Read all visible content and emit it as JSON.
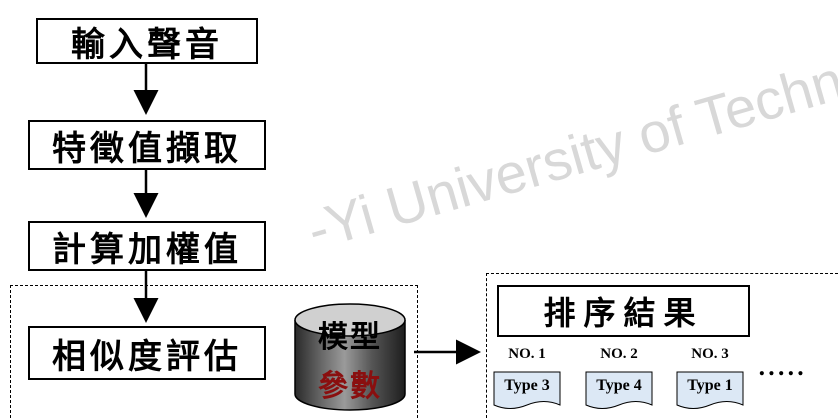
{
  "flow": {
    "steps": [
      "輸入聲音",
      "特徵值擷取",
      "計算加權值",
      "相似度評估"
    ]
  },
  "model": {
    "line1": "模型",
    "line2": "參數"
  },
  "results": {
    "title": "排序結果",
    "items": [
      {
        "no": "NO. 1",
        "type": "Type 3"
      },
      {
        "no": "NO. 2",
        "type": "Type 4"
      },
      {
        "no": "NO. 3",
        "type": "Type 1"
      }
    ],
    "more": "....."
  },
  "watermark": "-Yi University of Techno"
}
